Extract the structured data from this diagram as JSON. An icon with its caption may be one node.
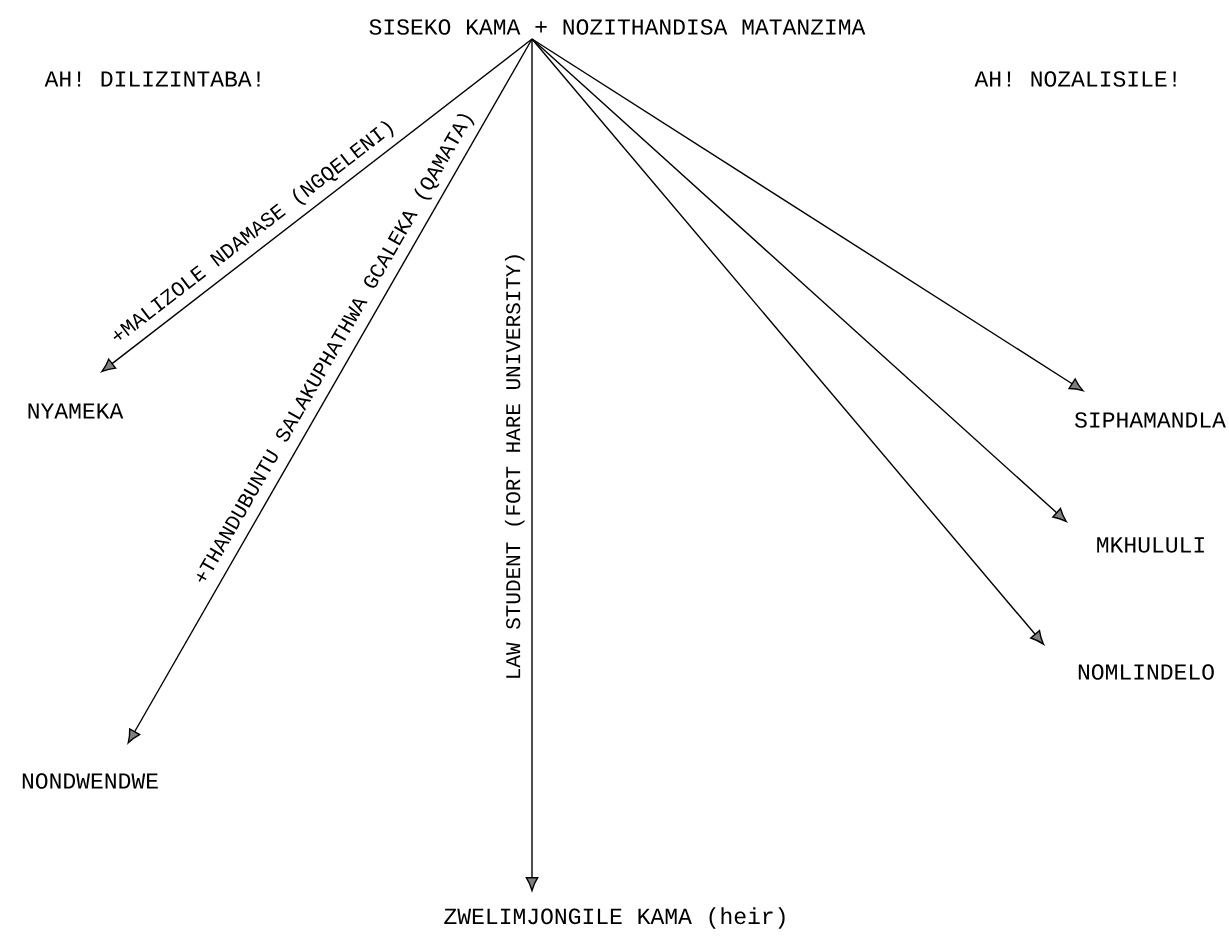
{
  "diagram": {
    "nodes": [
      {
        "text": [
          "SISEKO KAMA + NOZITHANDISA MATANZIMA"
        ]
      },
      {
        "text": [
          "NYAMEKA"
        ]
      },
      {
        "text": [
          "NONDWENDWE"
        ]
      },
      {
        "text": [
          "ZWELIMJONGILE KAMA (heir)"
        ]
      },
      {
        "text": [
          "SIPHAMANDLA"
        ]
      },
      {
        "text": [
          "MKHULULI"
        ]
      },
      {
        "text": [
          "NOMLINDELO"
        ]
      }
    ],
    "edges": [
      {
        "from": 0,
        "to": 1,
        "arrow": "to",
        "label": "+MALIZOLE NDAMASE (NGQELENI)"
      },
      {
        "from": 0,
        "to": 2,
        "arrow": "to",
        "label": "+THANDUBUNTU SALAKUPHATHWA GCALEKA (QAMATA)"
      },
      {
        "from": 0,
        "to": 3,
        "arrow": "to",
        "label": "LAW STUDENT (FORT HARE UNIVERSITY)"
      },
      {
        "from": 0,
        "to": 4,
        "arrow": "to"
      },
      {
        "from": 0,
        "to": 5,
        "arrow": "to"
      },
      {
        "from": 0,
        "to": 6,
        "arrow": "to"
      }
    ],
    "labels": [
      "AH!  DILIZINTABA!",
      "AH!  NOZALISILE!"
    ]
  }
}
